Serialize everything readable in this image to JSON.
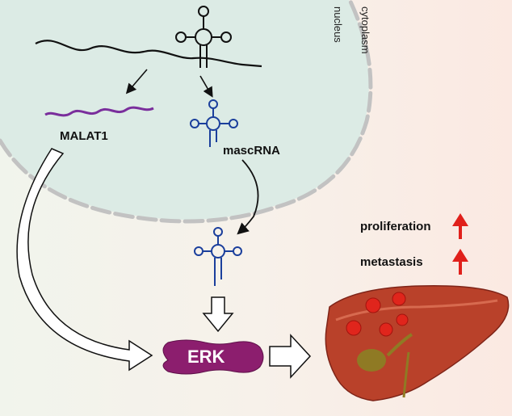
{
  "labels": {
    "nucleus": "nucleus",
    "cytoplasm": "cytoplasm",
    "malat1": "MALAT1",
    "mascrna": "mascRNA",
    "erk": "ERK",
    "proliferation": "proliferation",
    "metastasis": "metastasis"
  },
  "colors": {
    "nucleus_fill": "#dcebe5",
    "membrane": "#c7c7c7",
    "malat1_strand": "#7a2e9c",
    "mascrna": "#1b3f9c",
    "erk_fill": "#8c1e6e",
    "up_arrow": "#e0201b",
    "liver": "#b9412a",
    "tumor": "#e0251c"
  },
  "icons": {
    "up_arrow": "up-arrow-icon",
    "tumor": "tumor-icon"
  }
}
